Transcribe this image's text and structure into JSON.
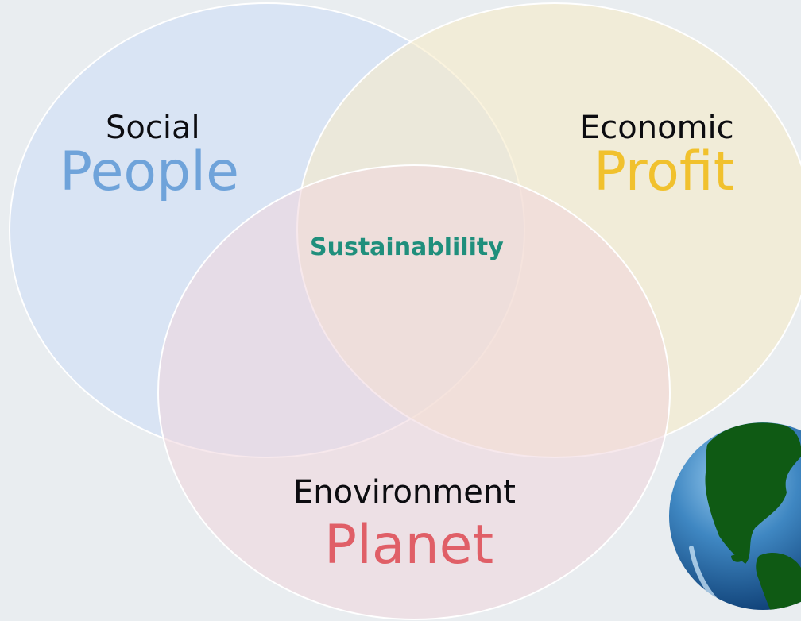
{
  "diagram": {
    "center_label": "Sustainablility",
    "sets": [
      {
        "id": "social",
        "category": "Social",
        "term": "People",
        "color": "#6fa3da"
      },
      {
        "id": "economic",
        "category": "Economic",
        "term": "Profit",
        "color": "#f1c12d"
      },
      {
        "id": "environment",
        "category": "Enovironment",
        "term": "Planet",
        "color": "#e05f67"
      }
    ],
    "center_color": "#1f8f7c"
  },
  "decorations": {
    "globe": "globe-icon"
  }
}
